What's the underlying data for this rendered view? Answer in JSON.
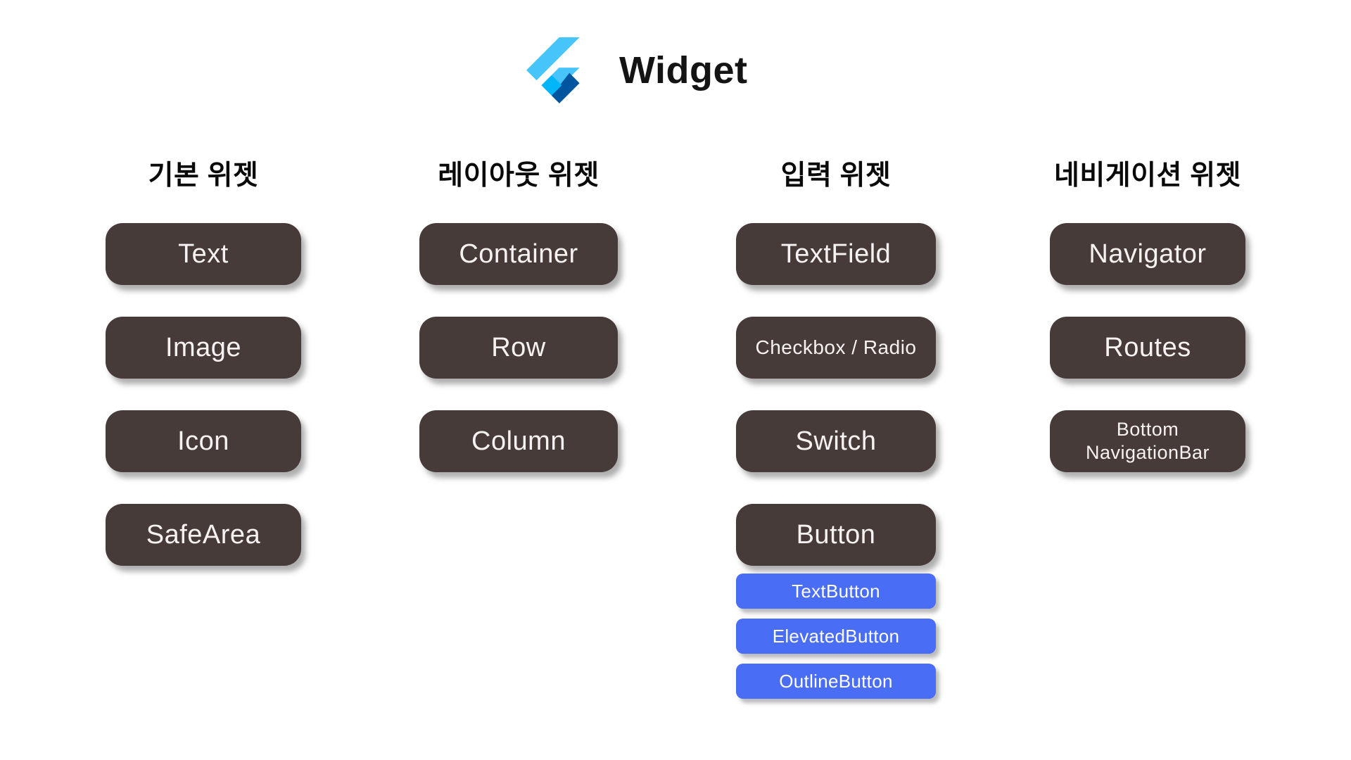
{
  "title": {
    "label": "Widget"
  },
  "colors": {
    "background": "#FFFFFF",
    "heading_text": "#0A0A0A",
    "dark_button": "#473B3A",
    "dark_button_text": "#F6F2F1",
    "blue_button": "#4A6DF6",
    "blue_button_text": "#FFFFFF",
    "flutter_light": "#47C5FB",
    "flutter_mid": "#00B5F8",
    "flutter_dark": "#00569E"
  },
  "columns": [
    {
      "header": "기본 위젯",
      "items": [
        {
          "label": "Text"
        },
        {
          "label": "Image"
        },
        {
          "label": "Icon"
        },
        {
          "label": "SafeArea"
        }
      ]
    },
    {
      "header": "레이아웃 위젯",
      "items": [
        {
          "label": "Container"
        },
        {
          "label": "Row"
        },
        {
          "label": "Column"
        }
      ]
    },
    {
      "header": "입력 위젯",
      "items": [
        {
          "label": "TextField"
        },
        {
          "label": "Checkbox / Radio"
        },
        {
          "label": "Switch"
        },
        {
          "label": "Button"
        }
      ],
      "sub_items": [
        {
          "label": "TextButton"
        },
        {
          "label": "ElevatedButton"
        },
        {
          "label": "OutlineButton"
        }
      ]
    },
    {
      "header": "네비게이션 위젯",
      "items": [
        {
          "label": "Navigator"
        },
        {
          "label": "Routes"
        },
        {
          "label": "Bottom\nNavigationBar"
        }
      ]
    }
  ]
}
